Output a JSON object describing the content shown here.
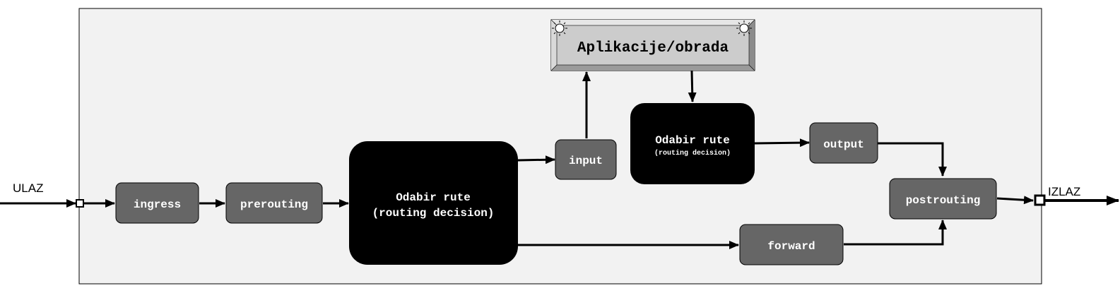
{
  "labels": {
    "entry": "ULAZ",
    "exit": "IZLAZ"
  },
  "application": {
    "label": "Aplikacije/obrada"
  },
  "nodes": {
    "ingress": "ingress",
    "prerouting": "prerouting",
    "input": "input",
    "output": "output",
    "forward": "forward",
    "postrouting": "postrouting"
  },
  "routing_main": {
    "line1": "Odabir rute",
    "line2": "(routing decision)"
  },
  "routing_local": {
    "line1": "Odabir rute",
    "line2": "(routing decision)"
  },
  "colors": {
    "frame_fill": "#f2f2f2",
    "hook_fill": "#666666",
    "routing_fill": "#000000",
    "app_fill": "#cccccc"
  },
  "icons": {
    "app_corner": "sun-icon"
  }
}
